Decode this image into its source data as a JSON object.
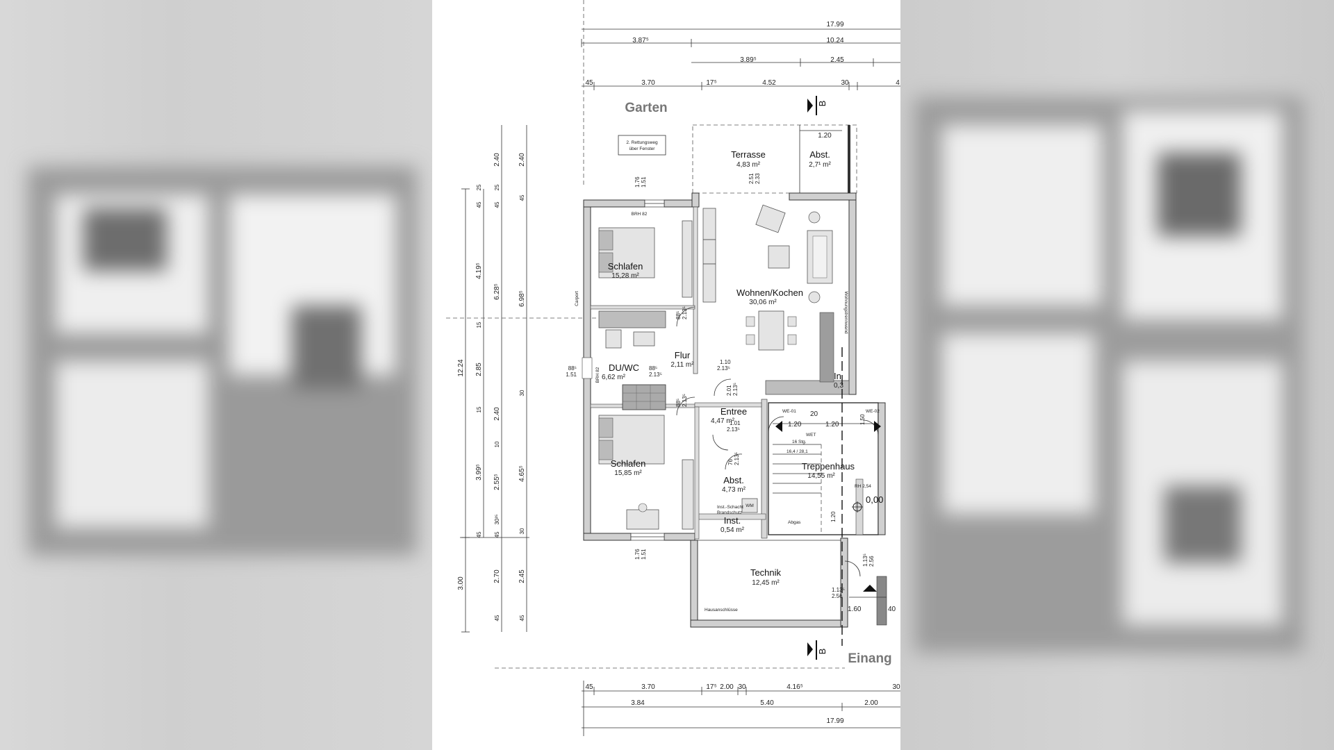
{
  "labels": {
    "garden": "Garten",
    "entrance": "Einang",
    "section_marker": "B",
    "escape_note_line1": "2. Rettungsweg",
    "escape_note_line2": "über Fenster",
    "carport": "Carport",
    "wall_note": "Wohnungstrennwand",
    "house_connections": "Hausanschlüsse",
    "shaft_line1": "Inst.-Schacht",
    "shaft_line2": "Brandschutz",
    "wm": "WM",
    "gas": "Abgas",
    "we01": "WE-01",
    "we02": "WE-02",
    "wet": "WET",
    "stairs_steps": "16 Stg.",
    "stairs_ratio": "16,4 / 28,1",
    "level": "0,00",
    "rh": "RH 2,54",
    "brh": "BRH 82"
  },
  "rooms": [
    {
      "name": "Terrasse",
      "area": "4,83 m²"
    },
    {
      "name": "Abst.",
      "area": "2,7¹ m²"
    },
    {
      "name": "Schlafen",
      "area": "15,28 m²"
    },
    {
      "name": "Wohnen/Kochen",
      "area": "30,06 m²"
    },
    {
      "name": "Flur",
      "area": "2,11 m²"
    },
    {
      "name": "DU/WC",
      "area": "6,62 m²"
    },
    {
      "name": "Entree",
      "area": "4,47 m²"
    },
    {
      "name": "Schlafen",
      "area": "15,85 m²"
    },
    {
      "name": "Abst.",
      "area": "4,73 m²"
    },
    {
      "name": "Inst.",
      "area": "0,54 m²"
    },
    {
      "name": "Treppenhaus",
      "area": "14,55 m²"
    },
    {
      "name": "Technik",
      "area": "12,45 m²"
    },
    {
      "name": "In",
      "area": "0,3"
    }
  ],
  "dims_top": {
    "row1": [
      "17.99"
    ],
    "row2": [
      "3.87⁵",
      "10.24"
    ],
    "row3": [
      "3.89⁵",
      "2.45"
    ],
    "row4": [
      "45",
      "3.70",
      "17⁵",
      "4.52",
      "30",
      "4"
    ]
  },
  "dims_bottom": {
    "row1": [
      "45",
      "3.70",
      "17⁵",
      "2.00",
      "30",
      "4.16⁵",
      "30"
    ],
    "row2": [
      "3.84",
      "5.40",
      "2.00"
    ],
    "row3": [
      "17.99"
    ]
  },
  "dims_left": {
    "col1": [
      "12.24",
      "3.00"
    ],
    "col2": [
      "25",
      "45",
      "4.19⁵",
      "15",
      "2.85",
      "15",
      "3.99⁵",
      "45"
    ],
    "col3": [
      "2.40",
      "25",
      "45",
      "6.28⁵",
      "2.40",
      "10",
      "2.55⁵",
      "30²⁵",
      "45",
      "2.70",
      "45"
    ],
    "col4": [
      "2.40",
      "45",
      "6.98⁵",
      "30",
      "4.65⁵",
      "30",
      "2.45",
      "45"
    ]
  },
  "dims_inner": {
    "window_top": [
      "1.76",
      "1.51"
    ],
    "window_bottom": [
      "1.76",
      "1.51"
    ],
    "terrace_door": [
      "2.51",
      "2.33"
    ],
    "terrace_width": "1.20",
    "bath_window": [
      "88⁵",
      "1.51"
    ],
    "door1": [
      "88⁵",
      "2.13⁵"
    ],
    "door2": [
      "88⁵",
      "2.13⁵"
    ],
    "door3": [
      "88⁵",
      "2.13⁵"
    ],
    "door4": [
      "1.10",
      "2.13⁵"
    ],
    "door5": [
      "1.01",
      "2.13⁵"
    ],
    "door6": [
      "76",
      "2.13⁵"
    ],
    "door7": [
      "2.01",
      "2.13⁵"
    ],
    "door8": [
      "1.13⁵",
      "2.56"
    ],
    "door9": [
      "1.13⁵",
      "2.56"
    ],
    "stair_w1": "1.20",
    "stair_w2": "1.20",
    "stair_20": "20",
    "stair_150": "1.50",
    "stair_120v": "1.20",
    "landing_160": "1.60",
    "landing_40": "40"
  }
}
